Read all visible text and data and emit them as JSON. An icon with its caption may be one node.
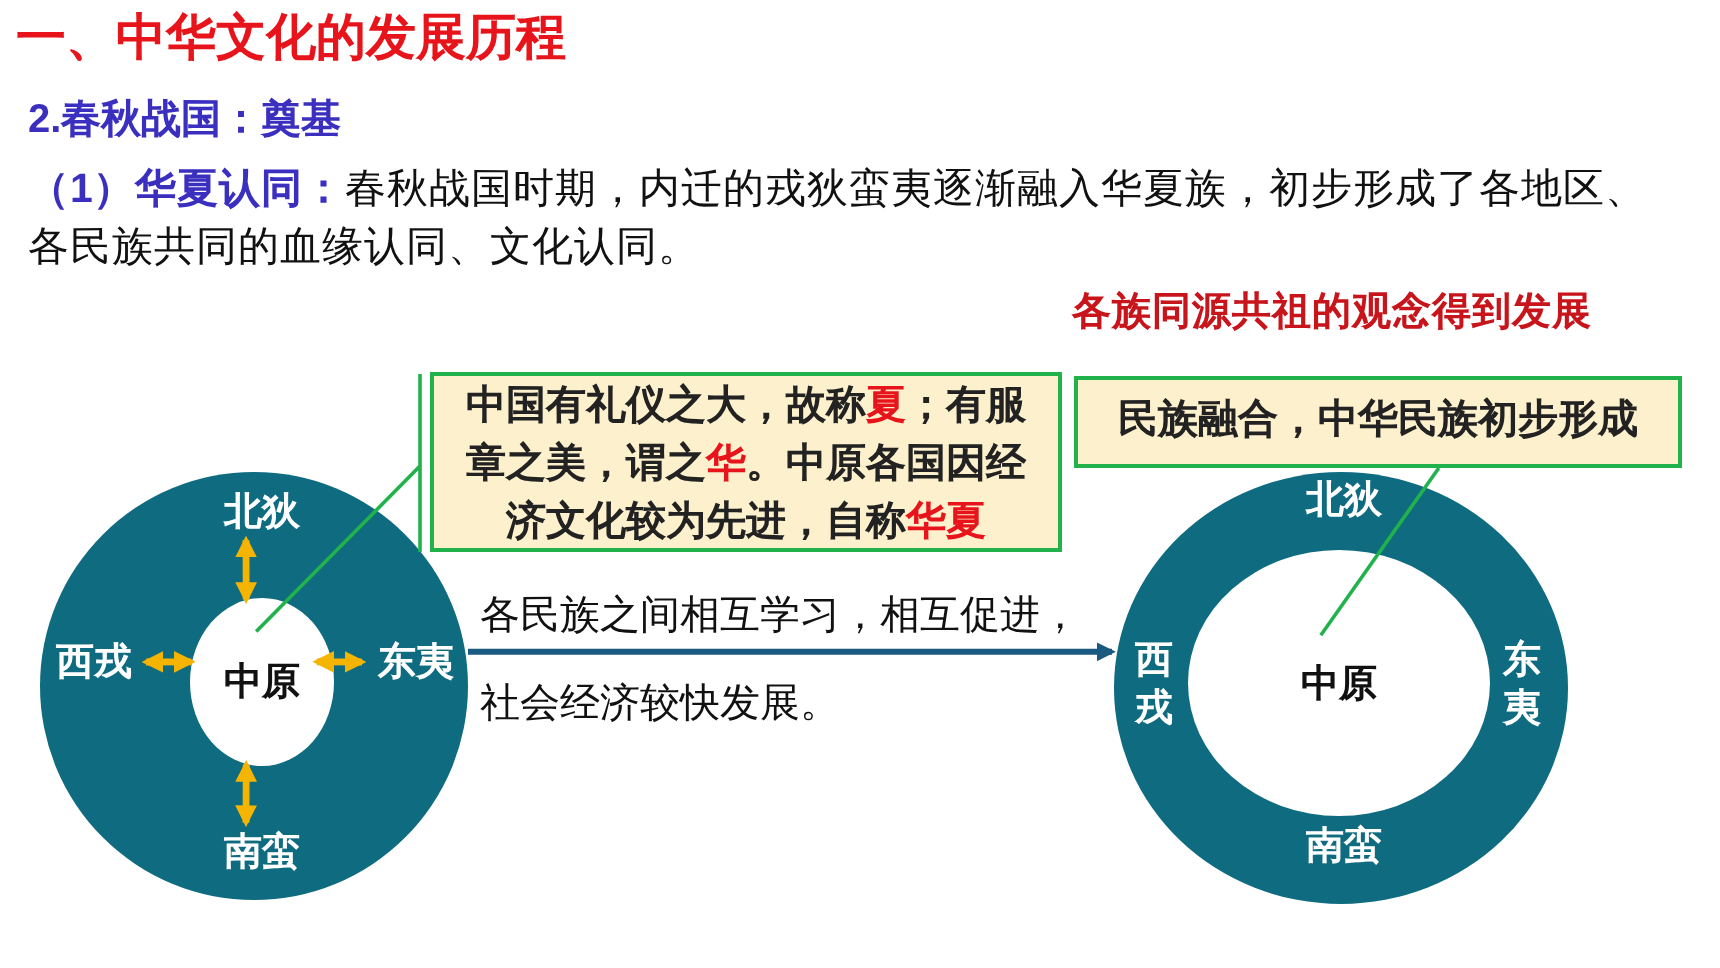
{
  "diagram": {
    "title": "一、中华文化的发展历程",
    "nodes": [
      {
        "text": [],
        "shape": "circle"
      },
      {
        "text": [
          "中原"
        ],
        "in": 0
      },
      {
        "text": [
          "北狄"
        ],
        "in": 0
      },
      {
        "text": [
          "西戎"
        ],
        "in": 0
      },
      {
        "text": [
          "东夷"
        ],
        "in": 0
      },
      {
        "text": [
          "南蛮"
        ],
        "in": 0
      },
      {
        "text": [
          "中国有礼仪之大，故称**夏**；有服章之美，谓之**华**。中原各国因经济文化较为先进，自称**华夏**"
        ]
      },
      {
        "text": [],
        "shape": "circle"
      },
      {
        "text": [
          "中原"
        ],
        "in": 7
      },
      {
        "text": [
          "北狄"
        ],
        "in": 7
      },
      {
        "text": [
          "西戎"
        ],
        "in": 7
      },
      {
        "text": [
          "东夷"
        ],
        "in": 7
      },
      {
        "text": [
          "南蛮"
        ],
        "in": 7
      },
      {
        "text": [
          "民族融合，中华民族初步形成"
        ]
      }
    ],
    "edges": [
      {
        "from": 1,
        "to": 2,
        "arrow": "both"
      },
      {
        "from": 1,
        "to": 3,
        "arrow": "both"
      },
      {
        "from": 1,
        "to": 4,
        "arrow": "both"
      },
      {
        "from": 1,
        "to": 5,
        "arrow": "both"
      },
      {
        "from": 0,
        "to": 7,
        "arrow": "to",
        "label": "各民族之间相互学习，相互促进，社会经济较快发展。",
        "color": "#1a5a80"
      },
      {
        "from": 6,
        "to": 1,
        "arrow": "none",
        "color": "#22b24c"
      },
      {
        "from": 13,
        "to": 8,
        "arrow": "none",
        "color": "#22b24c"
      }
    ],
    "labels": [
      "2.春秋战国：奠基",
      "**（1）华夏认同：**春秋战国时期，内迁的戎狄蛮夷逐渐融入华夏族，初步形成了各地区、各民族共同的血缘认同、文化认同。",
      "各族同源共祖的观念得到发展"
    ]
  }
}
